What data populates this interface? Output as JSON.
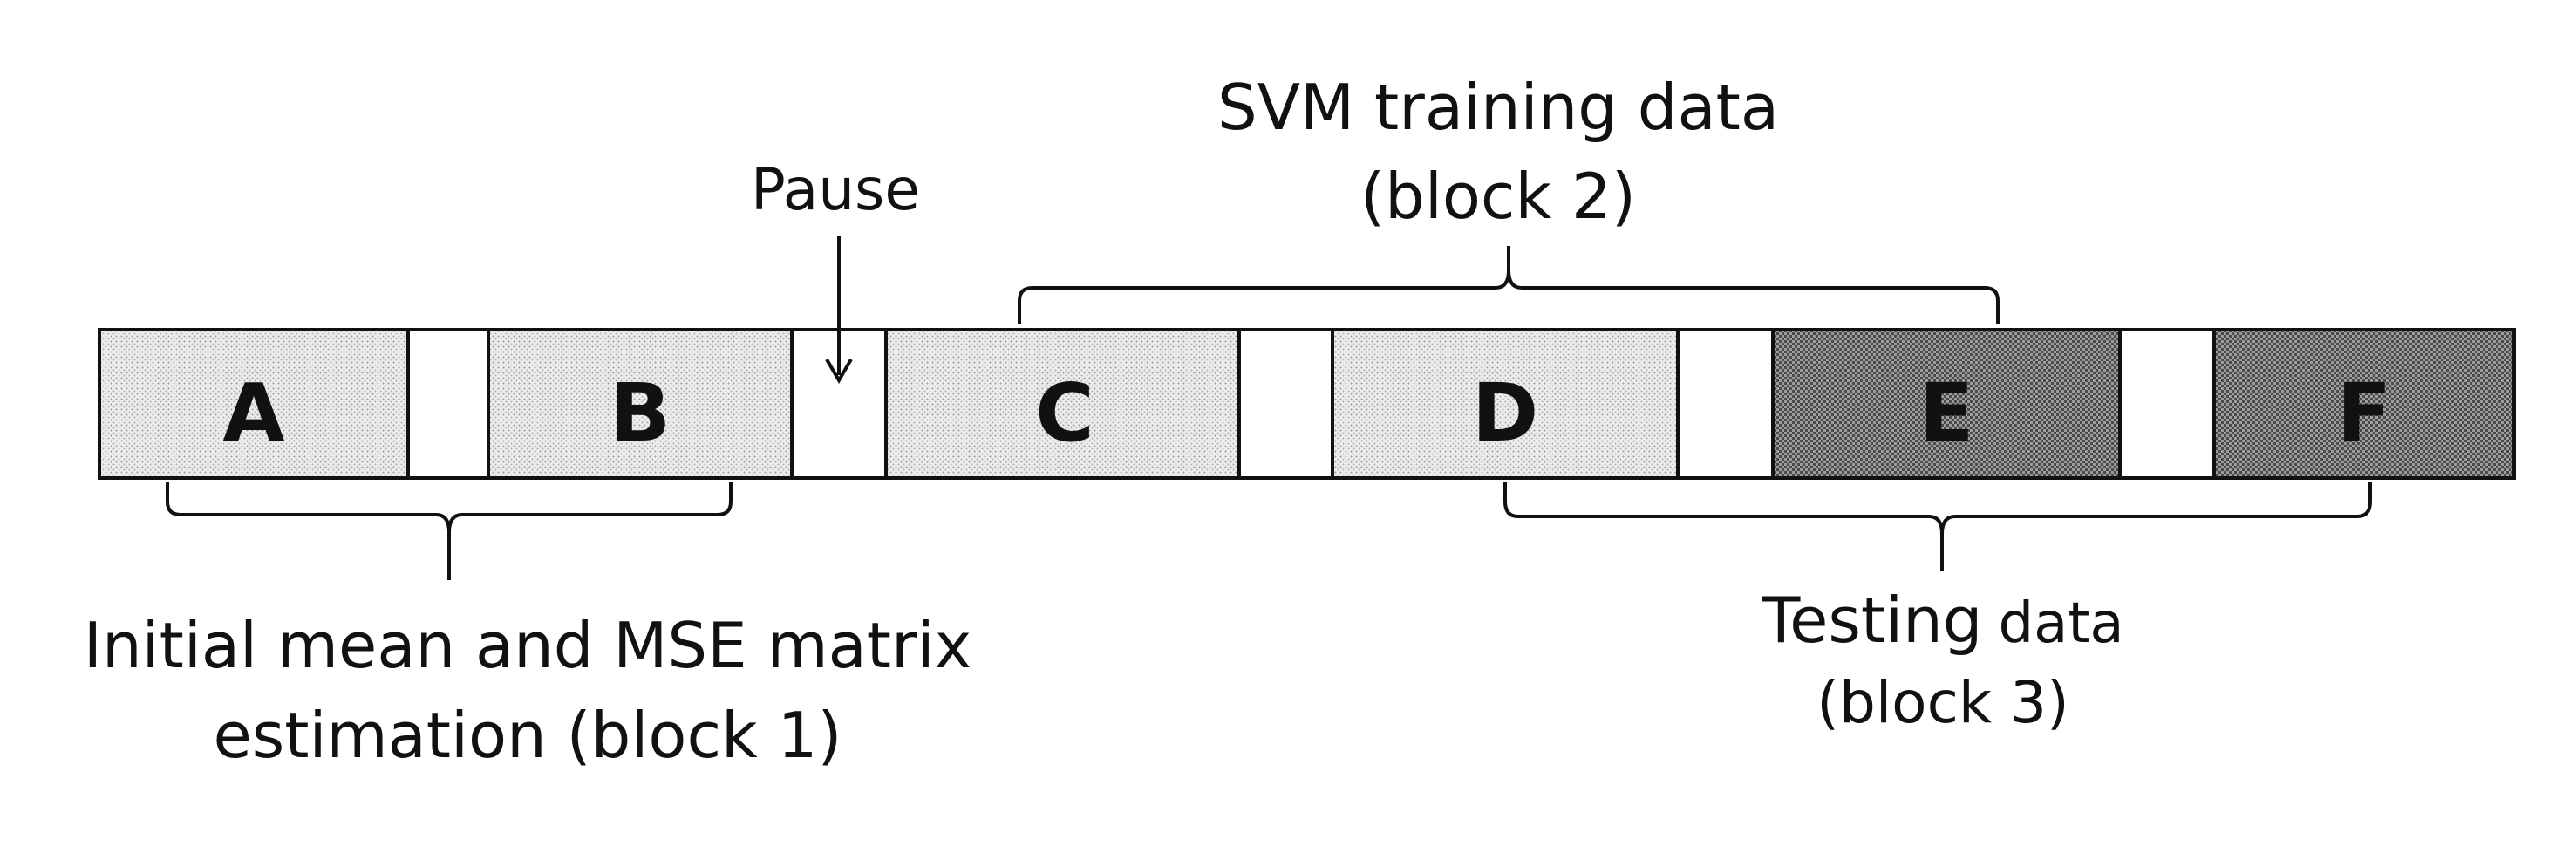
{
  "segments": [
    {
      "id": "A",
      "label": "A",
      "kind": "light"
    },
    {
      "id": "gap1",
      "label": "",
      "kind": "blank"
    },
    {
      "id": "B",
      "label": "B",
      "kind": "light"
    },
    {
      "id": "pause",
      "label": "",
      "kind": "blank"
    },
    {
      "id": "C",
      "label": "C",
      "kind": "light"
    },
    {
      "id": "gap2",
      "label": "",
      "kind": "blank"
    },
    {
      "id": "D",
      "label": "D",
      "kind": "light"
    },
    {
      "id": "gap3",
      "label": "",
      "kind": "blank"
    },
    {
      "id": "E",
      "label": "E",
      "kind": "dark"
    },
    {
      "id": "gap4",
      "label": "",
      "kind": "blank"
    },
    {
      "id": "F",
      "label": "F",
      "kind": "dark"
    }
  ],
  "pause_label": "Pause",
  "block2": {
    "line1": "SVM training data",
    "line2": "(block 2)"
  },
  "block1": {
    "line1": "Initial mean and MSE matrix",
    "line2": "estimation (block 1)"
  },
  "block3": {
    "line1a": "Testing",
    "line1b": "data",
    "line2": "(block 3)"
  },
  "colors": {
    "light_fill": "#e6e6e6",
    "dark_fill": "#7a7a7a",
    "blank_fill": "#ffffff",
    "stroke": "#111111"
  }
}
